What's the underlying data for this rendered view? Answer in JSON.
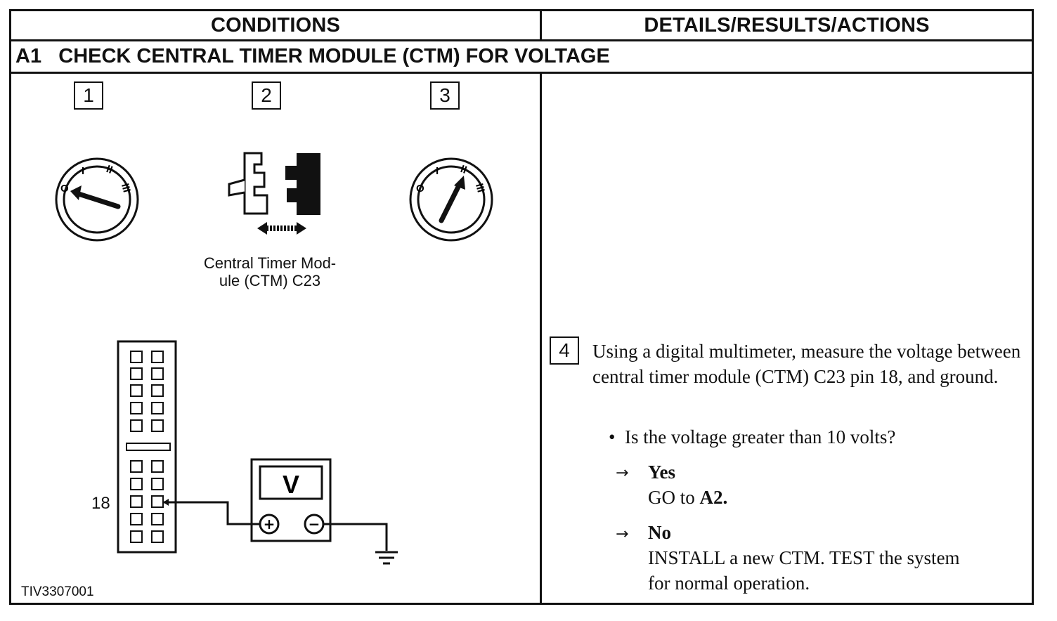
{
  "table": {
    "col_conditions": "CONDITIONS",
    "col_details": "DETAILS/RESULTS/ACTIONS"
  },
  "section": {
    "id": "A1",
    "title": "CHECK CENTRAL TIMER MODULE (CTM) FOR VOLTAGE"
  },
  "steps": {
    "s1": "1",
    "s2": "2",
    "s3": "3",
    "s4": "4"
  },
  "switch_labels": {
    "off": "O",
    "i": "I",
    "ii": "II",
    "iii": "III"
  },
  "connector": {
    "caption_line1": "Central Timer Mod-",
    "caption_line2": "ule (CTM) C23",
    "pin": "18"
  },
  "meter": {
    "display": "V",
    "plus": "+",
    "minus": "−"
  },
  "figure_id": "TIV3307001",
  "instructions": {
    "step4_text": "Using a digital multimeter, measure the voltage between central timer module (CTM) C23 pin 18, and ground.",
    "question": "Is the voltage greater than 10 volts?",
    "bullet": "•",
    "arrow": "→",
    "yes_label": "Yes",
    "yes_action_prefix": "GO to ",
    "yes_action_target": "A2.",
    "no_label": "No",
    "no_action_line1": "INSTALL a new CTM. TEST the system",
    "no_action_line2": "for normal operation."
  }
}
